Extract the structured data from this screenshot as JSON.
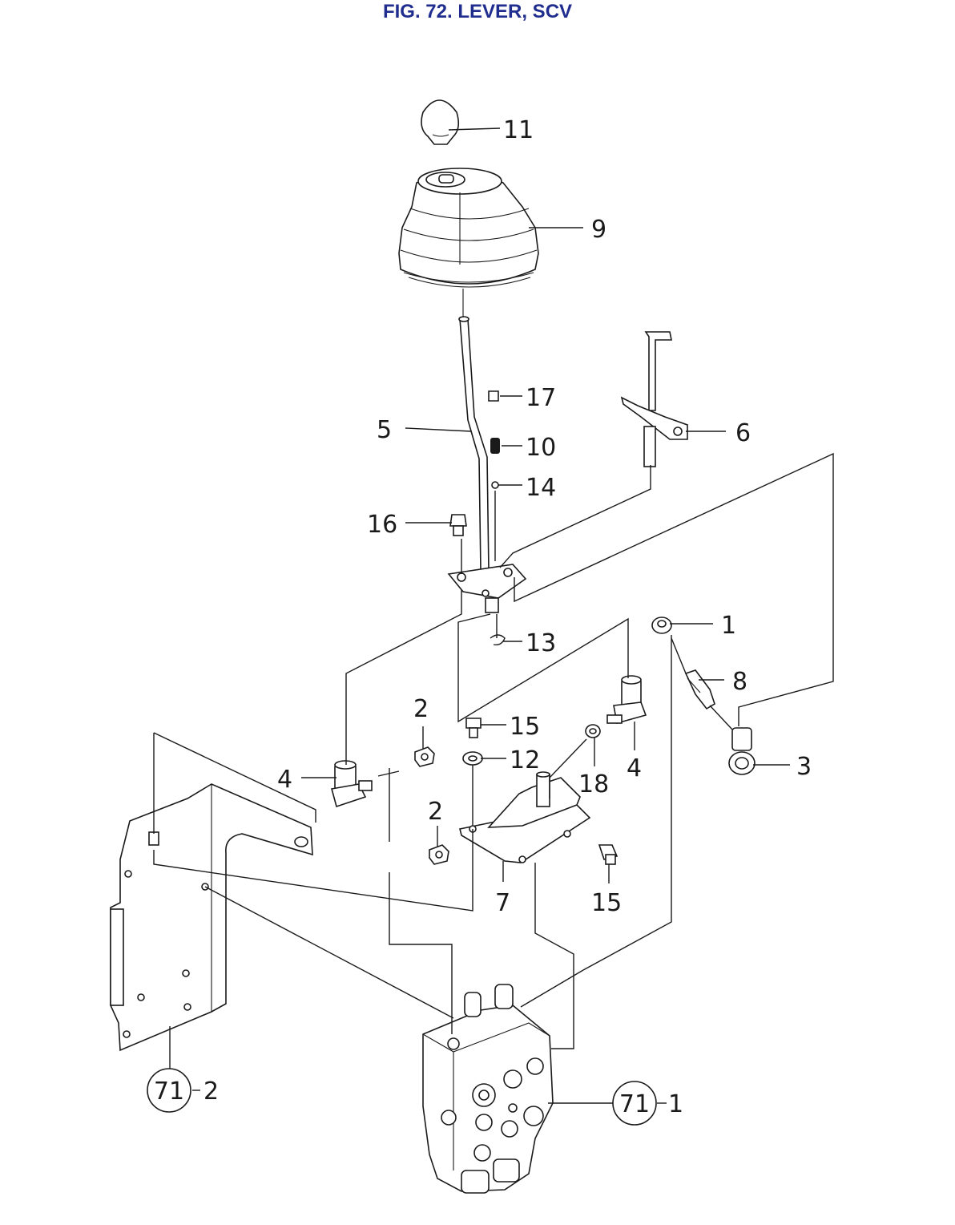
{
  "title": "FIG. 72. LEVER, SCV",
  "callouts": {
    "c11": "11",
    "c9": "9",
    "c17": "17",
    "c5": "5",
    "c10": "10",
    "c6": "6",
    "c14": "14",
    "c16": "16",
    "c1": "1",
    "c13": "13",
    "c8": "8",
    "c2a": "2",
    "c15a": "15",
    "c12": "12",
    "c4a": "4",
    "c18": "18",
    "c4b": "4",
    "c3": "3",
    "c2b": "2",
    "c7": "7",
    "c15b": "15",
    "ref71_2_circle": "71",
    "ref71_2_dash": "2",
    "ref71_1_circle": "71",
    "ref71_1_dash": "1"
  }
}
